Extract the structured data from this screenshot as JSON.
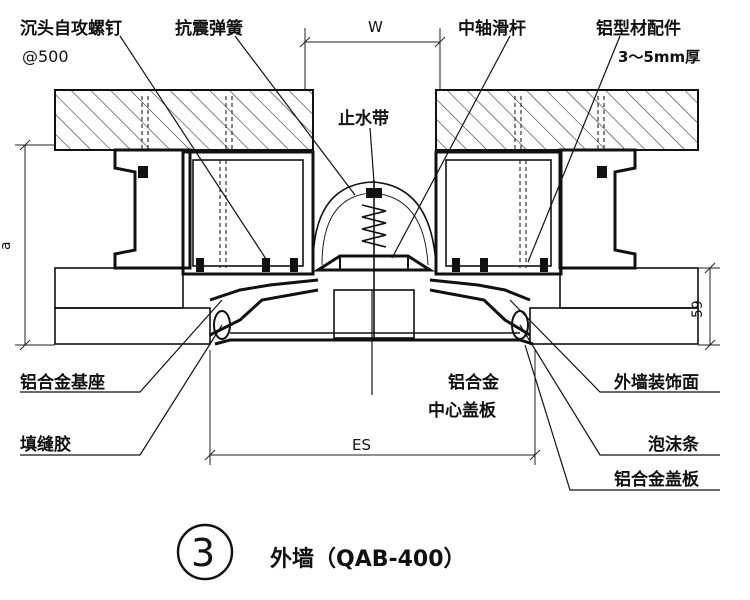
{
  "labels": {
    "countersunk_screw": "沉头自攻螺钉",
    "screw_spacing": "@500",
    "seismic_spring": "抗震弹簧",
    "dim_w": "W",
    "center_slide_bar": "中轴滑杆",
    "aluminum_fittings": "铝型材配件",
    "thickness": "3～5mm厚",
    "waterstop": "止水带",
    "dim_a": "a",
    "dim_59": "59",
    "aluminum_base": "铝合金基座",
    "exterior_finish": "外墙装饰面",
    "center_cover_line1": "铝合金",
    "center_cover_line2": "中心盖板",
    "foam_strip": "泡沫条",
    "joint_sealant": "填缝胶",
    "dim_es": "ES",
    "cover_plate": "铝合金盖板",
    "detail_number": "3",
    "detail_title": "外墙（QAB-400）"
  }
}
